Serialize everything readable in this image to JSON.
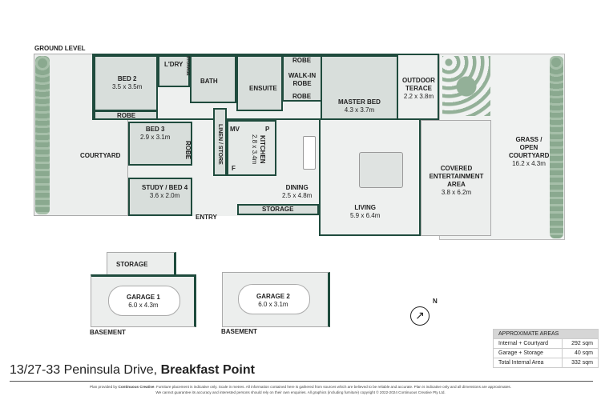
{
  "level_label": "GROUND LEVEL",
  "rooms": {
    "bed2": {
      "name": "BED 2",
      "size": "3.5 x 3.5m"
    },
    "laundry": {
      "name": "L'DRY"
    },
    "storage_small": {
      "name": "STORAGE"
    },
    "bath": {
      "name": "BATH"
    },
    "ensuite": {
      "name": "ENSUITE"
    },
    "robe_top": {
      "name": "ROBE"
    },
    "walkin": {
      "name": "WALK-IN ROBE"
    },
    "robe_mid": {
      "name": "ROBE"
    },
    "master": {
      "name": "MASTER BED",
      "size": "4.3 x 3.7m"
    },
    "terrace": {
      "name": "OUTDOOR TERACE",
      "size": "2.2 x 3.8m"
    },
    "robe_bed2": {
      "name": "ROBE"
    },
    "bed3": {
      "name": "BED 3",
      "size": "2.9 x 3.1m"
    },
    "robe_bed3": {
      "name": "ROBE"
    },
    "courtyard": {
      "name": "COURTYARD"
    },
    "study": {
      "name": "STUDY / BED 4",
      "size": "3.6 x 2.0m"
    },
    "entry": {
      "name": "ENTRY"
    },
    "linen": {
      "name": "LINEN / STORE"
    },
    "mv": {
      "name": "MV"
    },
    "fridge": {
      "name": "F"
    },
    "pantry": {
      "name": "P"
    },
    "kitchen": {
      "name": "KITCHEN",
      "size": "2.8 x 3.4m"
    },
    "dining": {
      "name": "DINING",
      "size": "2.5 x 4.8m"
    },
    "storage_hall": {
      "name": "STORAGE"
    },
    "living": {
      "name": "LIVING",
      "size": "5.9 x 6.4m"
    },
    "covered": {
      "name": "COVERED ENTERTAINMENT AREA",
      "size": "3.8 x 6.2m"
    },
    "grass": {
      "name": "GRASS / OPEN COURTYARD",
      "size": "16.2 x 4.3m"
    }
  },
  "basement": {
    "storage": {
      "name": "STORAGE"
    },
    "garage1": {
      "name": "GARAGE 1",
      "size": "6.0 x 4.3m",
      "level": "BASEMENT"
    },
    "garage2": {
      "name": "GARAGE 2",
      "size": "6.0 x 3.1m",
      "level": "BASEMENT"
    }
  },
  "north_label": "N",
  "areas": {
    "title": "APPROXIMATE AREAS",
    "rows": [
      {
        "label": "Internal + Courtyard",
        "value": "292 sqm"
      },
      {
        "label": "Garage + Storage",
        "value": "40 sqm"
      },
      {
        "label": "Total Internal Area",
        "value": "332 sqm"
      }
    ]
  },
  "address": {
    "street": "13/27-33 Peninsula Drive,",
    "suburb": "Breakfast Point"
  },
  "footer": {
    "line1_prefix": "Plan provided by",
    "company": "Continuous Creative",
    "line1_rest": ". Furniture placement is indicative only. Scale in metres. All information contained here is gathered from sources which are believed to be reliable and accurate. Plan is indicative only and all dimensions are approximates.",
    "line2": "We cannot guarantee its accuracy and interested persons should rely on their own enquiries. All graphics (including furniture) copyright © 2022-2024 Continuous Creative Pty Ltd."
  },
  "colors": {
    "wall": "#1f4b3d",
    "room": "#d8dedb",
    "hedge": "#8aa98f"
  }
}
